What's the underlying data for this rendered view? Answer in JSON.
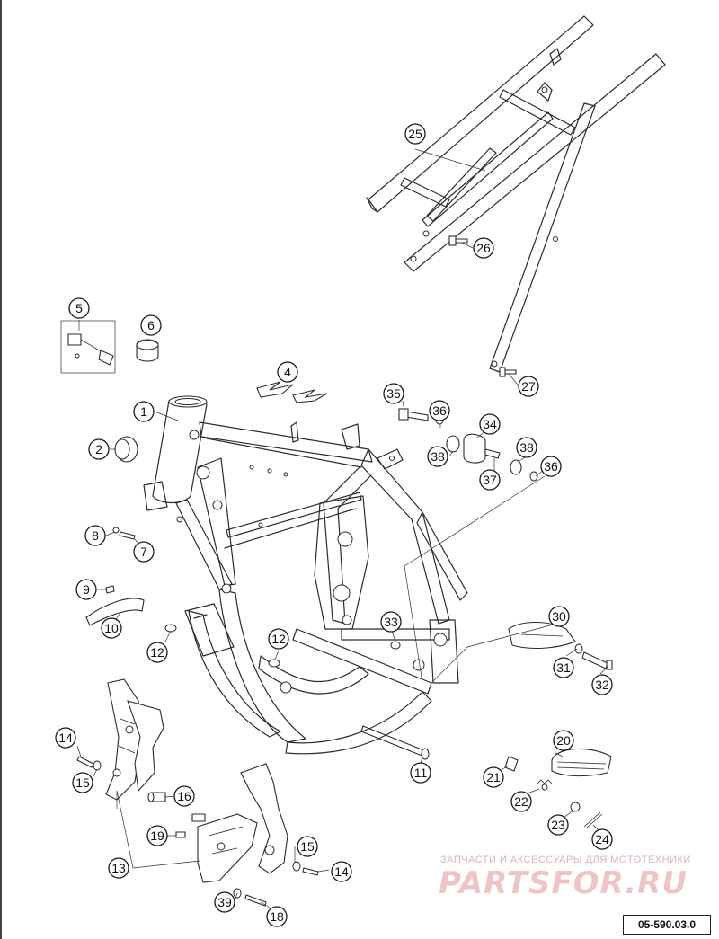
{
  "diagram": {
    "callouts": [
      {
        "n": "1"
      },
      {
        "n": "2"
      },
      {
        "n": "4"
      },
      {
        "n": "5"
      },
      {
        "n": "6"
      },
      {
        "n": "7"
      },
      {
        "n": "8"
      },
      {
        "n": "9"
      },
      {
        "n": "10"
      },
      {
        "n": "11"
      },
      {
        "n": "12"
      },
      {
        "n": "12"
      },
      {
        "n": "13"
      },
      {
        "n": "14"
      },
      {
        "n": "14"
      },
      {
        "n": "15"
      },
      {
        "n": "15"
      },
      {
        "n": "16"
      },
      {
        "n": "18"
      },
      {
        "n": "19"
      },
      {
        "n": "20"
      },
      {
        "n": "21"
      },
      {
        "n": "22"
      },
      {
        "n": "23"
      },
      {
        "n": "24"
      },
      {
        "n": "25"
      },
      {
        "n": "26"
      },
      {
        "n": "27"
      },
      {
        "n": "30"
      },
      {
        "n": "31"
      },
      {
        "n": "32"
      },
      {
        "n": "33"
      },
      {
        "n": "34"
      },
      {
        "n": "35"
      },
      {
        "n": "36"
      },
      {
        "n": "36"
      },
      {
        "n": "37"
      },
      {
        "n": "38"
      },
      {
        "n": "38"
      },
      {
        "n": "39"
      }
    ],
    "reference": "05-590.03.0"
  },
  "watermark": {
    "line": "ЗАПЧАСТИ И АКСЕССУАРЫ ДЛЯ МОТОТЕХНИКИ",
    "logo": "PARTSFOR.RU"
  }
}
